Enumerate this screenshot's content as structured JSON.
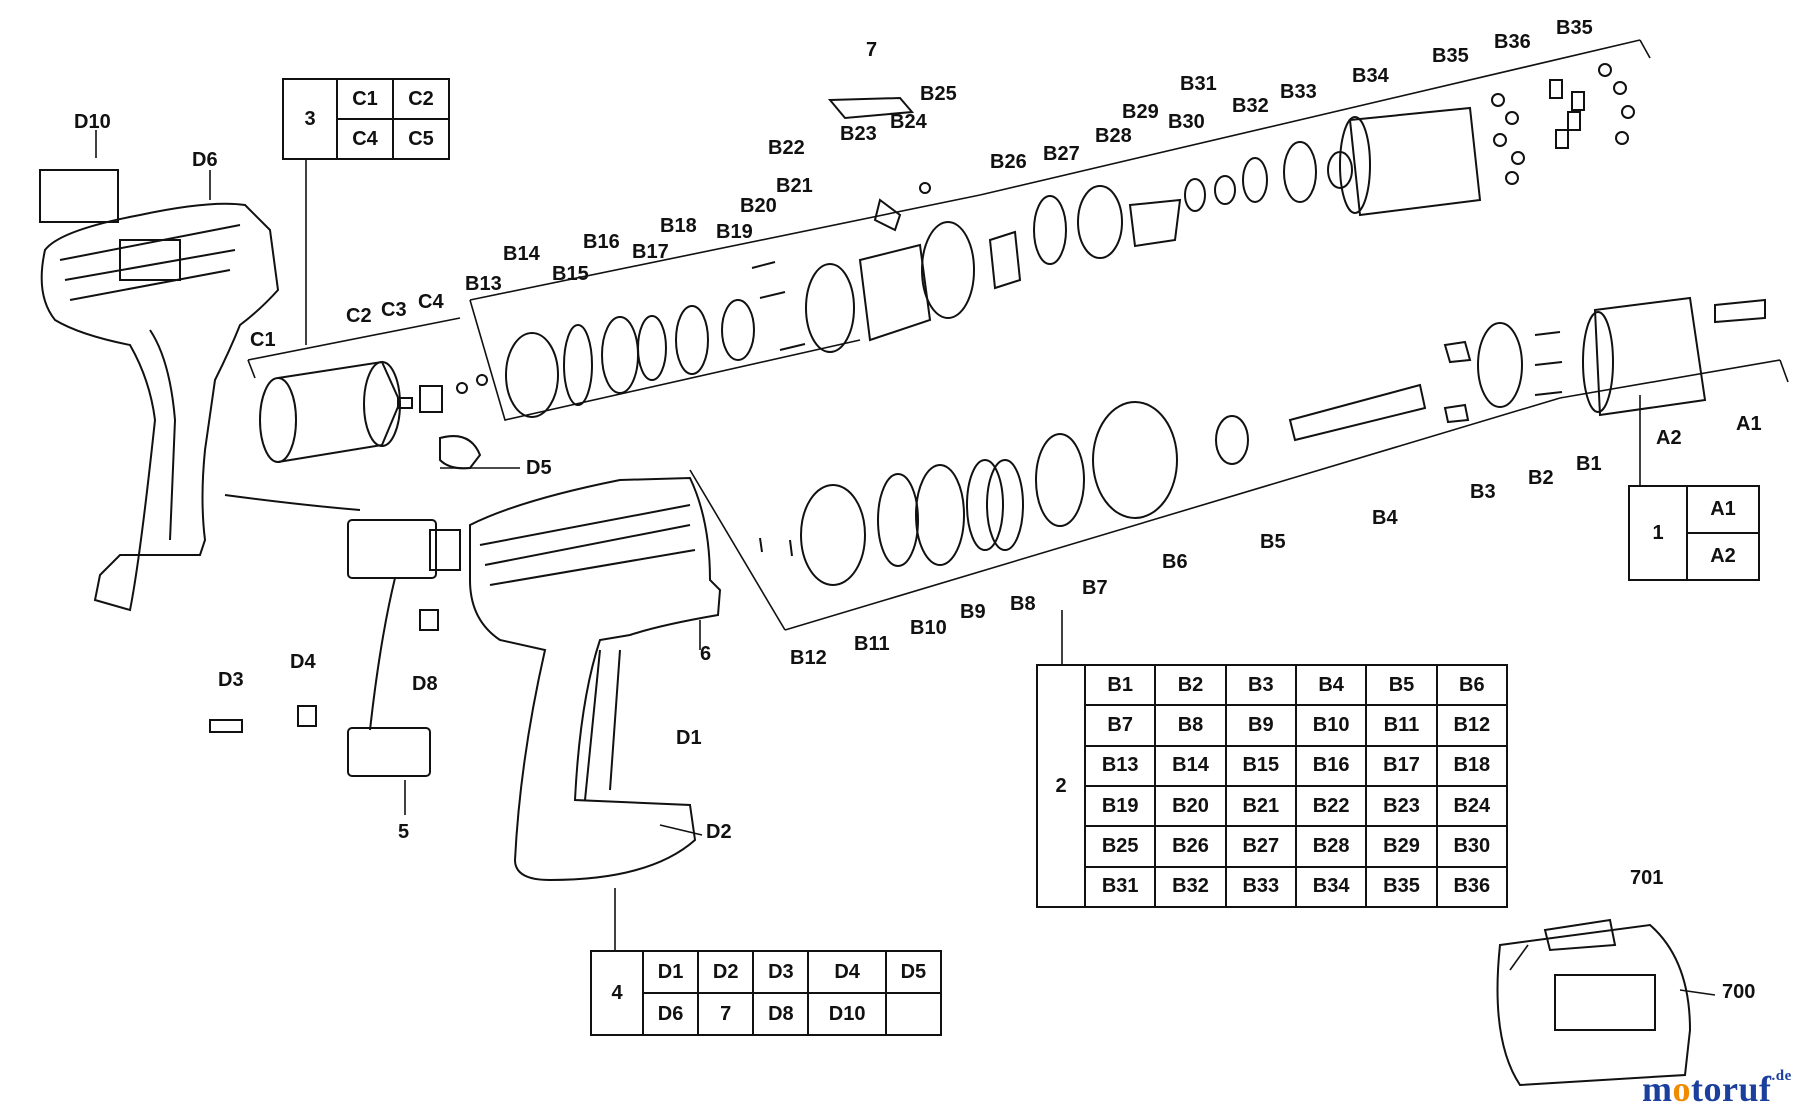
{
  "labels": {
    "d10": "D10",
    "d6": "D6",
    "d5": "D5",
    "d8": "D8",
    "d3": "D3",
    "d4": "D4",
    "d1": "D1",
    "d2": "D2",
    "n5": "5",
    "n6": "6",
    "n7": "7",
    "c1": "C1",
    "c2": "C2",
    "c3": "C3",
    "c4": "C4",
    "b12": "B12",
    "b13": "B13",
    "b14": "B14",
    "b15": "B15",
    "b16": "B16",
    "b17": "B17",
    "b18": "B18",
    "b19": "B19",
    "b20": "B20",
    "b21": "B21",
    "b22": "B22",
    "b23": "B23",
    "b24": "B24",
    "b25": "B25",
    "b26": "B26",
    "b27": "B27",
    "b28": "B28",
    "b29": "B29",
    "b30": "B30",
    "b31": "B31",
    "b32": "B32",
    "b33": "B33",
    "b34": "B34",
    "b35a": "B35",
    "b36": "B36",
    "b35b": "B35",
    "b11": "B11",
    "b10": "B10",
    "b9": "B9",
    "b8": "B8",
    "b7": "B7",
    "b6": "B6",
    "b5": "B5",
    "b4": "B4",
    "b3": "B3",
    "b2": "B2",
    "b1": "B1",
    "a1": "A1",
    "a2": "A2",
    "n701": "701",
    "n700": "700"
  },
  "kit3": {
    "num": "3",
    "rows": [
      [
        "C1",
        "C2"
      ],
      [
        "C4",
        "C5"
      ]
    ]
  },
  "kit1": {
    "num": "1",
    "rows": [
      [
        "A1"
      ],
      [
        "A2"
      ]
    ]
  },
  "kit2": {
    "num": "2",
    "rows": [
      [
        "B1",
        "B2",
        "B3",
        "B4",
        "B5",
        "B6"
      ],
      [
        "B7",
        "B8",
        "B9",
        "B10",
        "B11",
        "B12"
      ],
      [
        "B13",
        "B14",
        "B15",
        "B16",
        "B17",
        "B18"
      ],
      [
        "B19",
        "B20",
        "B21",
        "B22",
        "B23",
        "B24"
      ],
      [
        "B25",
        "B26",
        "B27",
        "B28",
        "B29",
        "B30"
      ],
      [
        "B31",
        "B32",
        "B33",
        "B34",
        "B35",
        "B36"
      ]
    ]
  },
  "kit4": {
    "num": "4",
    "rows": [
      [
        "D1",
        "D2",
        "D3",
        "D4",
        "D5"
      ],
      [
        "D6",
        "7",
        "D8",
        "D10",
        ""
      ]
    ]
  },
  "watermark": {
    "pre": "m",
    "o": "o",
    "post": "toruf",
    "suffix": ".de"
  }
}
